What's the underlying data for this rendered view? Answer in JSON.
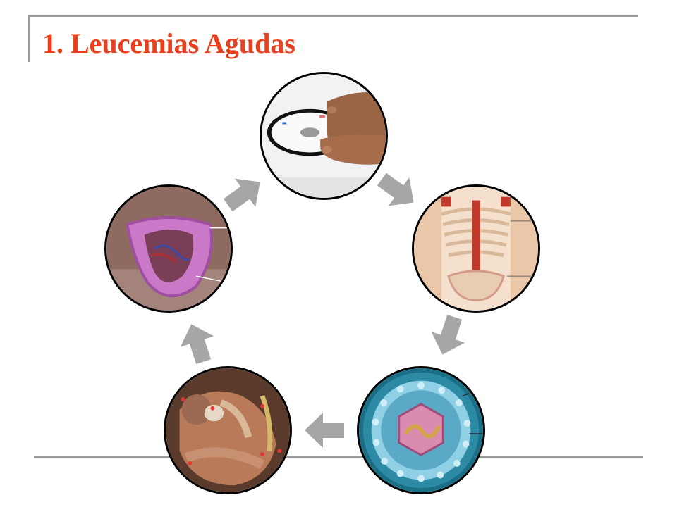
{
  "slide": {
    "title": "1. Leucemias Agudas"
  },
  "cycle": {
    "images": [
      {
        "icon": "scale-feet-image"
      },
      {
        "icon": "skeleton-bone-marrow-image"
      },
      {
        "icon": "cell-virus-image"
      },
      {
        "icon": "joint-pain-body-image"
      },
      {
        "icon": "spleen-organ-image"
      }
    ],
    "arrow_color": "#a6a6a6"
  },
  "colors": {
    "title": "#e8401c",
    "rule": "#9a9a9a",
    "circle_border": "#000000"
  }
}
